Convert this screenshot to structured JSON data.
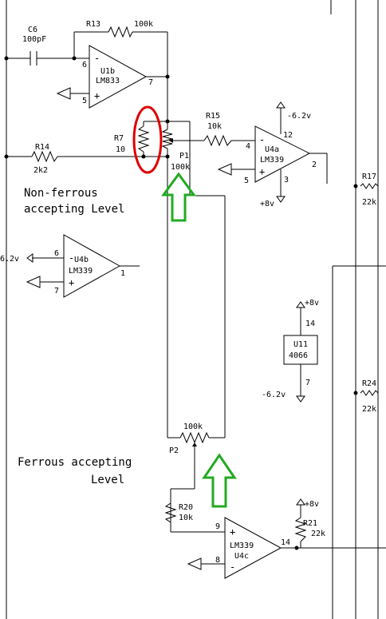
{
  "components": {
    "c6": {
      "ref": "C6",
      "value": "100pF"
    },
    "r13": {
      "ref": "R13",
      "value": "100k"
    },
    "u1b": {
      "ref": "U1b",
      "part": "LM833",
      "pin_out": "7",
      "pin_inv": "6",
      "pin_noninv": "5"
    },
    "r7": {
      "ref": "R7",
      "value": "10"
    },
    "p1": {
      "ref": "P1",
      "value": "100k"
    },
    "r14": {
      "ref": "R14",
      "value": "2k2"
    },
    "r15": {
      "ref": "R15",
      "value": "10k"
    },
    "u4a": {
      "ref": "U4a",
      "part": "LM339",
      "pin_out": "2",
      "pin_inv": "4",
      "pin_noninv": "5",
      "pin_vplus": "12",
      "pin_vminus": "3"
    },
    "u4a_rails": {
      "neg": "-6.2v",
      "pos": "+8v"
    },
    "r17": {
      "ref": "R17",
      "value": "22k"
    },
    "u4b": {
      "ref": "U4b",
      "part": "LM339",
      "pin_out": "1",
      "pin_inv": "6",
      "pin_noninv": "7",
      "supply": "6.2v"
    },
    "u11": {
      "ref": "U11",
      "part": "4066",
      "pin_top": "14",
      "pin_bottom": "7",
      "rail_top": "+8v",
      "rail_bottom": "-6.2v"
    },
    "r24": {
      "ref": "R24",
      "value": "22k"
    },
    "p2": {
      "ref": "P2",
      "value": "100k"
    },
    "r20": {
      "ref": "R20",
      "value": "10k"
    },
    "u4c": {
      "ref": "U4c",
      "part": "LM339",
      "pin_out": "14",
      "pin_inv": "9",
      "pin_noninv": "8"
    },
    "r21": {
      "ref": "R21",
      "value": "22k",
      "rail": "+8v"
    }
  },
  "annotations": {
    "nonferrous_line1": "Non-ferrous",
    "nonferrous_line2": "accepting Level",
    "ferrous_line1": "Ferrous accepting",
    "ferrous_line2": "Level"
  },
  "colors": {
    "wire": "#000000",
    "highlight_circle": "#dd0000",
    "arrow": "#22aa22"
  }
}
